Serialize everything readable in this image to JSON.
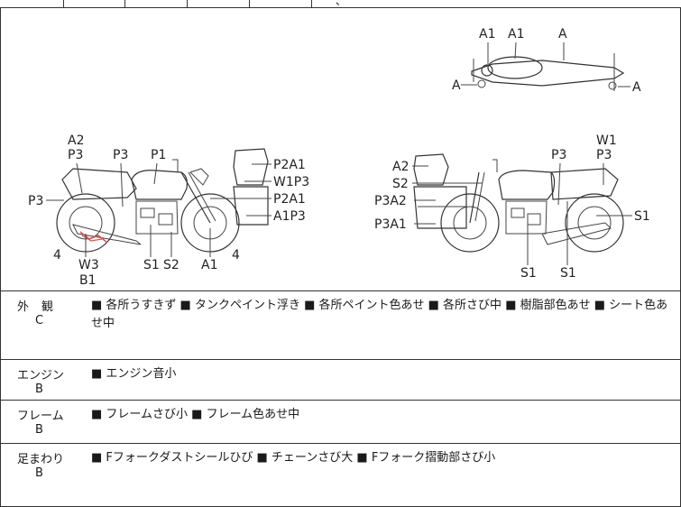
{
  "top_partial_text": "、",
  "diagram": {
    "labels": {
      "left_A2": "A2",
      "left_P3a": "P3",
      "left_P3b": "P3",
      "left_P1": "P1",
      "left_P3c": "P3",
      "left_P2A1a": "P2A1",
      "left_W1P3": "W1P3",
      "left_P2A1b": "P2A1",
      "left_A1P3": "A1P3",
      "left_4a": "4",
      "left_W3": "W3",
      "left_B1": "B1",
      "left_S1": "S1",
      "left_S2": "S2",
      "left_A1": "A1",
      "left_4b": "4",
      "top_A1a": "A1",
      "top_A1b": "A1",
      "top_Aa": "A",
      "top_Ab": "A",
      "top_Ac": "A",
      "right_W1": "W1",
      "right_P3": "P3",
      "right_P3b": "P3",
      "right_A2": "A2",
      "right_S2": "S2",
      "right_P3A2": "P3A2",
      "right_P3A1": "P3A1",
      "right_S1a": "S1",
      "right_S1b": "S1",
      "right_S1c": "S1"
    }
  },
  "rows": [
    {
      "category": "外観",
      "grade": "C",
      "description": "■ 各所うすきず ■ タンクペイント浮き ■ 各所ペイント色あせ ■ 各所さび中 ■ 樹脂部色あせ ■ シート色あせ中"
    },
    {
      "category": "エンジン",
      "grade": "B",
      "description": "■ エンジン音小"
    },
    {
      "category": "フレーム",
      "grade": "B",
      "description": "■ フレームさび小 ■ フレーム色あせ中"
    },
    {
      "category": "足まわり",
      "grade": "B",
      "description": "■ Fフォークダストシールひび ■ チェーンさび大 ■ Fフォーク摺動部さび小"
    }
  ],
  "colors": {
    "damage_mark": "#d9534f",
    "border": "#333333"
  }
}
